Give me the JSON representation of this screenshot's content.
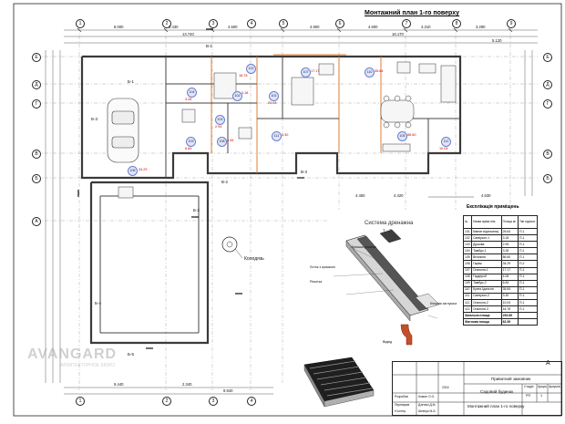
{
  "sheet_title": "Монтажний план 1-го поверху",
  "watermark": "AVANGARD",
  "watermark_sub": "АРХИТЕКТУРНОЕ БЮРО",
  "axes_letters": [
    "Е",
    "Д",
    "Г",
    "В",
    "Б",
    "А"
  ],
  "axes_numbers": [
    "1",
    "2",
    "3",
    "4",
    "5",
    "6",
    "7",
    "8",
    "9"
  ],
  "top_dims": [
    "8.000",
    "3.430",
    "13.740",
    "4.500",
    "4.900",
    "4.600",
    "16.170",
    "4.310",
    "3.290",
    "5.120"
  ],
  "bottom_dims": [
    "9.440",
    "2.340",
    "9.940"
  ],
  "right_dims": [
    "4.450",
    "4.420",
    "4.630"
  ],
  "section_labels": [
    "Б-1",
    "В-1",
    "Б-2",
    "В-2",
    "В-3",
    "Б-3",
    "Б-4",
    "Б-5"
  ],
  "rooms": [
    {
      "no": "101",
      "area": "25.64"
    },
    {
      "no": "102",
      "area": "3.18"
    },
    {
      "no": "103",
      "area": "2.94"
    },
    {
      "no": "104",
      "area": "3.28"
    },
    {
      "no": "105",
      "area": "86.60"
    },
    {
      "no": "106",
      "area": "34.29"
    },
    {
      "no": "107",
      "area": "17.17"
    },
    {
      "no": "108",
      "area": "4.06"
    },
    {
      "no": "109",
      "area": "6.84"
    },
    {
      "no": "110",
      "area": "35.84"
    },
    {
      "no": "111",
      "area": "3.30"
    },
    {
      "no": "112",
      "area": "10.04"
    },
    {
      "no": "113",
      "area": "18.78"
    }
  ],
  "well_label": "Колодязь",
  "drain_title": "Система дренажна",
  "drain_sub": "1 : 3",
  "drain_labels": [
    "Кришка-решітка",
    "Лоток з кришкою",
    "Решітка",
    "Кінцева заглушка",
    "Відвід"
  ],
  "explication": {
    "title": "Експлікація приміщень",
    "headers": [
      "№",
      "Назва примі-ння",
      "Площа м²",
      "Тип підлоги"
    ],
    "rows": [
      [
        "101",
        "Кімнат відпочинку",
        "25.64",
        "П-1"
      ],
      [
        "102",
        "Санвузол-1",
        "3.18",
        "П-1"
      ],
      [
        "103",
        "Душова",
        "2.94",
        "П-1"
      ],
      [
        "104",
        "Тамбур-1",
        "3.28",
        "П-1"
      ],
      [
        "105",
        "Вітальня",
        "86.60",
        "П-1"
      ],
      [
        "106",
        "Гараж",
        "34.29",
        "П-2"
      ],
      [
        "107",
        "Спальня-1",
        "17.17",
        "П-1"
      ],
      [
        "108",
        "Гардероб",
        "4.06",
        "П-1"
      ],
      [
        "109",
        "Тамбур-2",
        "6.84",
        "П-1"
      ],
      [
        "110",
        "Кухня-їдальня",
        "35.84",
        "П-1"
      ],
      [
        "111",
        "Санвузол-2",
        "3.30",
        "П-1"
      ],
      [
        "112",
        "Спальня-2",
        "10.04",
        "П-1"
      ],
      [
        "113",
        "Спальня-3",
        "18.78",
        "П-1"
      ]
    ],
    "total_label": "Загальна площа",
    "total_value": "253.85",
    "living_label": "Житлова площа",
    "living_value": "62.39"
  },
  "stamp": {
    "code": "А",
    "project_title": "Приватний замовник",
    "object_name": "Садовий будинок",
    "sheet_name": "Монтажний план 1-го поверху",
    "stage_label": "Стадія",
    "sheet_label": "Аркуш",
    "sheets_label": "Аркушів",
    "stage": "РП",
    "sheet_no": "1",
    "year": "2016",
    "roles": [
      "Розробив",
      "Перевірив",
      "Н.контр."
    ],
    "names": [
      "Комал О.О.",
      "Дзенан Д.М.",
      "Шевчук М.А."
    ]
  },
  "colors": {
    "lines": "#222222",
    "walls": "#3a3a3a",
    "accent": "#e07b2c",
    "room_tag": "#dfe6fb",
    "area_text": "#cc0000"
  }
}
